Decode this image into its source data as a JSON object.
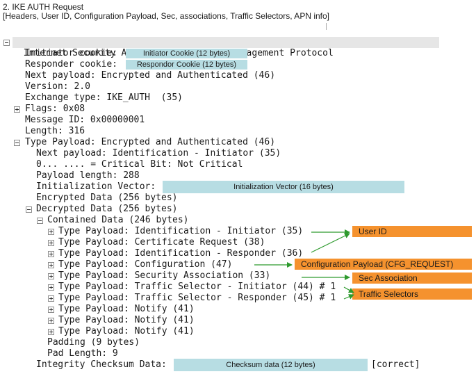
{
  "caption": {
    "title": "2. IKE AUTH Request",
    "subtitle": "[Headers, User ID, Configuration Payload, Sec, associations, Traffic Selectors, APN info]"
  },
  "tree": {
    "root": "Internet Security Association and Key Management Protocol",
    "initiator_cookie": "Initiator cookie:",
    "responder_cookie": "Responder cookie:",
    "next_payload": "Next payload: Encrypted and Authenticated (46)",
    "version": "Version: 2.0",
    "exchange_type": "Exchange type: IKE_AUTH  (35)",
    "flags": "Flags: 0x08",
    "message_id": "Message ID: 0x00000001",
    "length": "Length: 316",
    "type_payload": "Type Payload: Encrypted and Authenticated (46)",
    "tp_next_payload": "Next payload: Identification - Initiator (35)",
    "critical_bit": "0... .... = Critical Bit: Not Critical",
    "payload_length": "Payload length: 288",
    "init_vector": "Initialization Vector:",
    "encrypted_data": "Encrypted Data (256 bytes)",
    "decrypted_data": "Decrypted Data (256 bytes)",
    "contained_data": "Contained Data (246 bytes)",
    "payloads": [
      "Type Payload: Identification - Initiator (35)",
      "Type Payload: Certificate Request (38)",
      "Type Payload: Identification - Responder (36)",
      "Type Payload: Configuration (47)",
      "Type Payload: Security Association (33)",
      "Type Payload: Traffic Selector - Initiator (44) # 1",
      "Type Payload: Traffic Selector - Responder (45) # 1",
      "Type Payload: Notify (41)",
      "Type Payload: Notify (41)",
      "Type Payload: Notify (41)"
    ],
    "padding": "Padding (9 bytes)",
    "pad_length": "Pad Length: 9",
    "integrity": "Integrity Checksum Data:",
    "correct": "[correct]"
  },
  "placeholders": {
    "initiator_cookie": "Initiator Cookie (12 bytes)",
    "responder_cookie": "Respondor Cookie (12 bytes)",
    "init_vector": "Initialization Vector (16 bytes)",
    "checksum": "Checksum data (12 bytes)"
  },
  "annotations": {
    "user_id": "User ID",
    "config_payload": "Configuration Payload (CFG_REQUEST)",
    "sec_association": "Sec Association",
    "traffic_selectors": "Traffic Selectors"
  },
  "colors": {
    "placeholder_box": "#b7dde3",
    "annotation_tag": "#f5922e",
    "arrow": "#2e9a2e",
    "selected_row": "#e6e6e6"
  }
}
